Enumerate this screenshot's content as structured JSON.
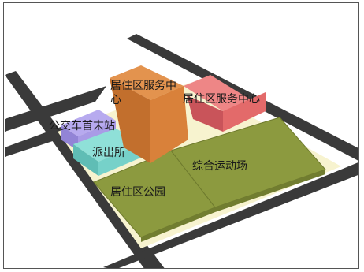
{
  "labels": {
    "service_center_left": "居住区服务中心",
    "service_center_left_line1": "居住区服务中",
    "service_center_left_line2": "心",
    "service_center_right": "居住区服务中心",
    "bus_terminal": "公交车首末站",
    "police_station": "派出所",
    "sports_field": "综合运动场",
    "park": "居住区公园"
  },
  "colors": {
    "road": "#3a3a3a",
    "site_base": "#f7f3cf",
    "service_center_left": "#d9813a",
    "service_center_right": "#e36a6a",
    "bus_terminal": "#a99be6",
    "police_station": "#76d1c9",
    "green_space": "#8c9a3f"
  }
}
